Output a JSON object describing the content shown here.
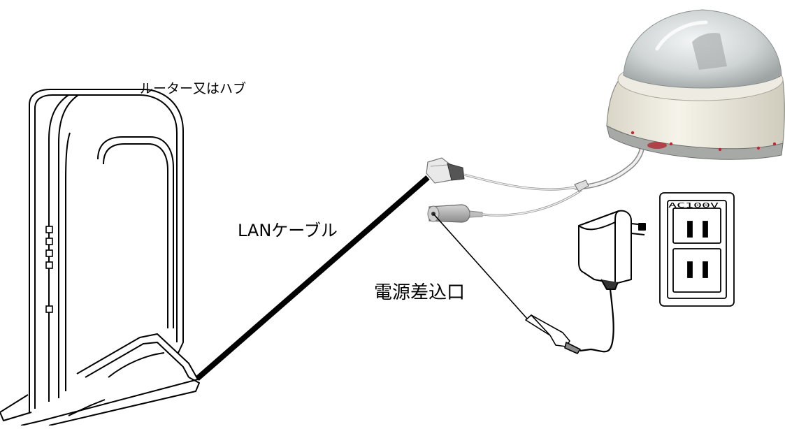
{
  "labels": {
    "router": "ルーター又はハブ",
    "lan_cable": "LANケーブル",
    "power_inlet": "電源差込口",
    "outlet_voltage": "AC100V"
  },
  "colors": {
    "line": "#000000",
    "camera_body": "#f3f1e6",
    "camera_dome": "#d9dcdc",
    "camera_base": "#b9bcbc",
    "cable_white": "#e4e4e4",
    "connector_gray": "#9a9a9a"
  }
}
